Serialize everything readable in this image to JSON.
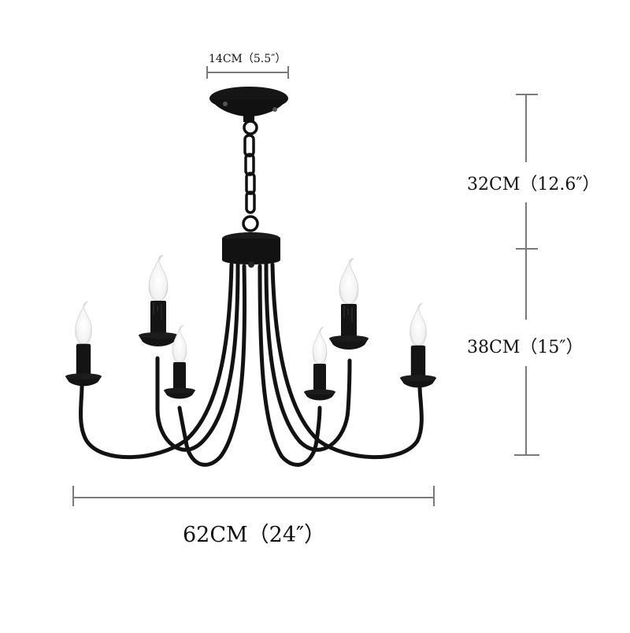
{
  "product": {
    "type": "6-light candle chandelier",
    "finish_color": "#111111",
    "bulb_count": 6,
    "bulb_style": "flame-tip candle bulb"
  },
  "dimensions": {
    "canopy_width": {
      "label": "14CM（5.5″）",
      "cm": 14,
      "in": 5.5
    },
    "chain_height": {
      "label": "32CM（12.6″）",
      "cm": 32,
      "in": 12.6
    },
    "body_height": {
      "label": "38CM（15″）",
      "cm": 38,
      "in": 15
    },
    "overall_width": {
      "label": "62CM（24″）",
      "cm": 62,
      "in": 24
    }
  },
  "colors": {
    "dimension_line": "#7a7a7a",
    "label_text": "#111111",
    "background": "#ffffff"
  }
}
